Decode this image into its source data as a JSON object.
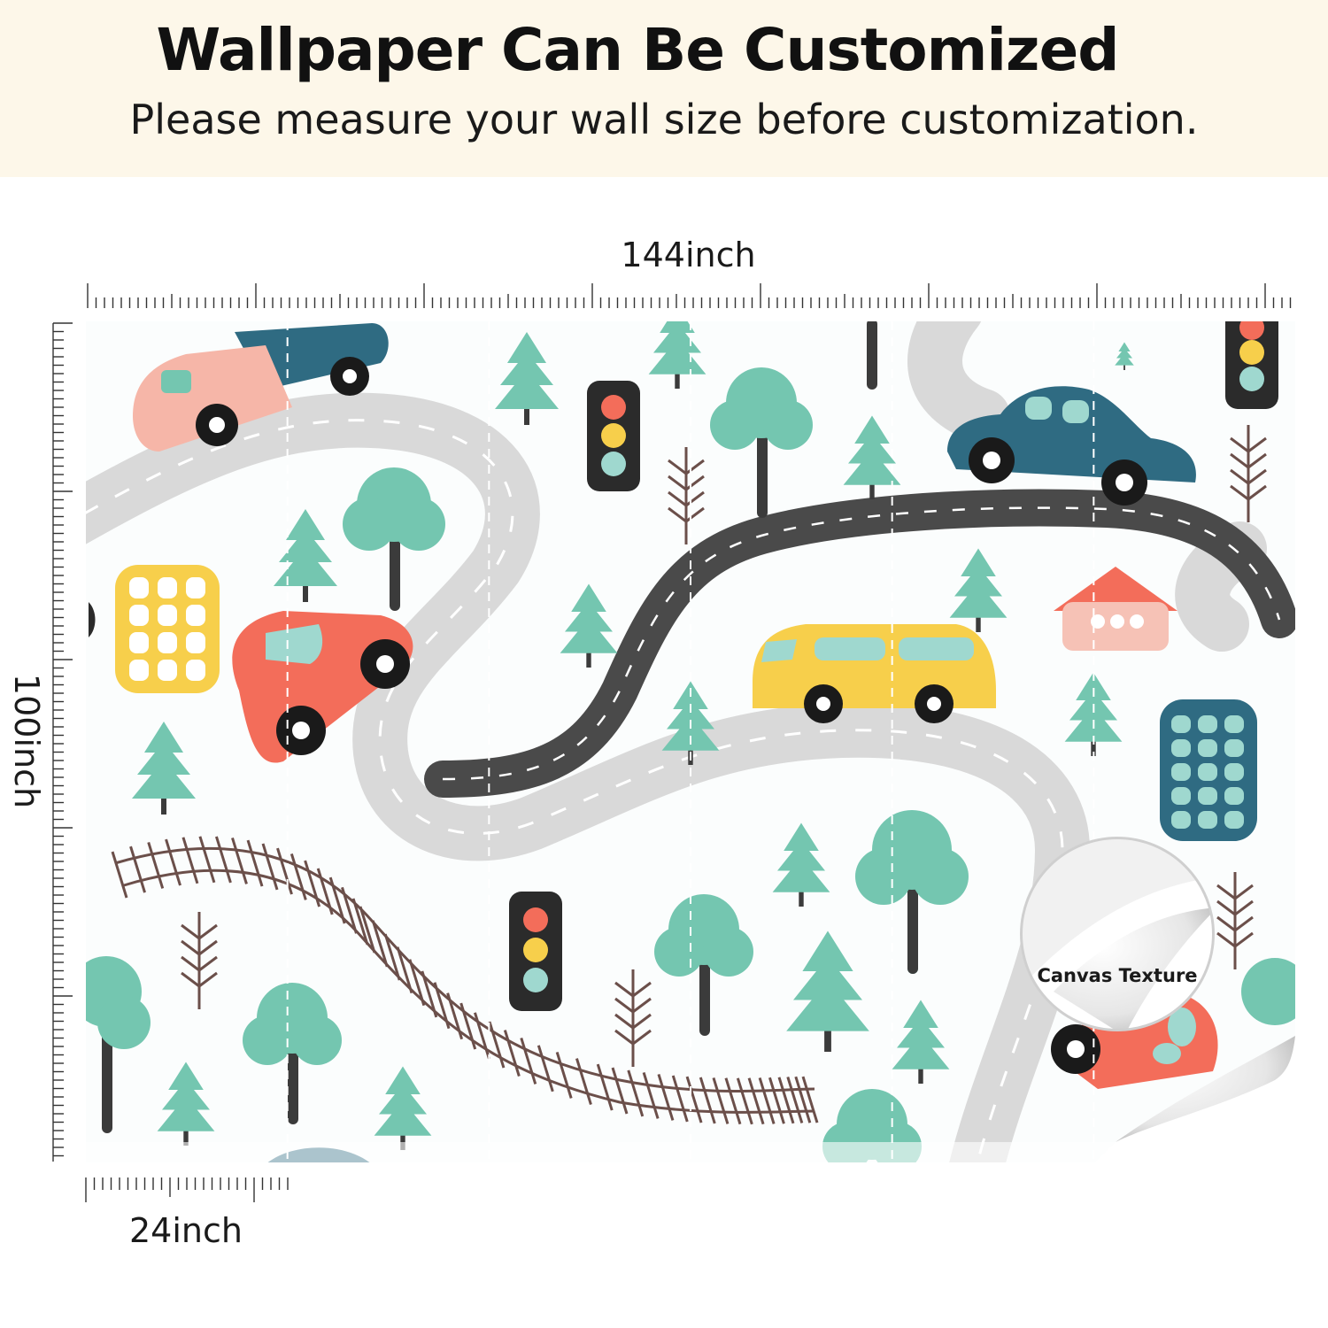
{
  "header": {
    "title": "Wallpaper Can Be Customized",
    "subtitle": "Please measure your wall size before customization."
  },
  "dimensions": {
    "width_label": "144inch",
    "height_label": "100inch",
    "panel_width_label": "24inch"
  },
  "badge": {
    "label": "Canvas Texture"
  },
  "colors": {
    "header_bg": "#fdf7e9",
    "road_light": "#d9d9d9",
    "road_dark": "#4a4a4a",
    "tree": "#74c6b0",
    "trunk": "#3b3b3b",
    "car_blue": "#2f6b82",
    "car_red": "#f36d5a",
    "car_yellow": "#f7cf4b",
    "pink": "#f6b6a8"
  }
}
